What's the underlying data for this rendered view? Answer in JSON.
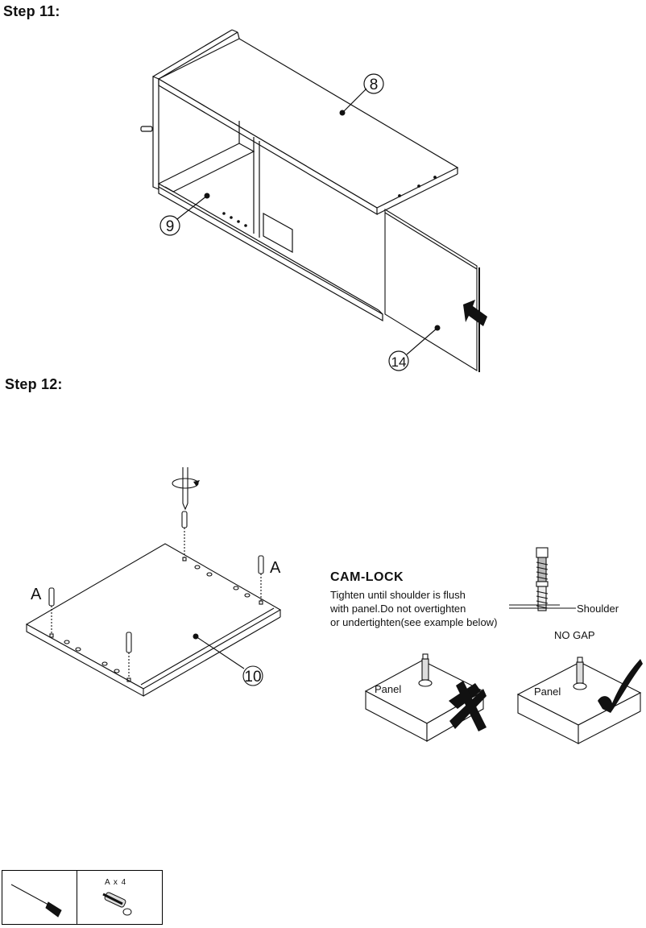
{
  "step11": {
    "title": "Step 11:",
    "callouts": [
      "8",
      "9",
      "14"
    ]
  },
  "step12": {
    "title": "Step 12:",
    "part_callout": "10",
    "hardware_labels": [
      "A",
      "A"
    ]
  },
  "camlock": {
    "title": "CAM-LOCK",
    "lines": [
      "Tighten until shoulder is flush",
      "with panel.Do not overtighten",
      "or undertighten(see example below)"
    ],
    "shoulder_label": "Shoulder",
    "no_gap_label": "NO GAP",
    "panel_label_wrong": "Panel",
    "panel_label_right": "Panel"
  },
  "tools": {
    "hardware_qty": "A x 4"
  }
}
